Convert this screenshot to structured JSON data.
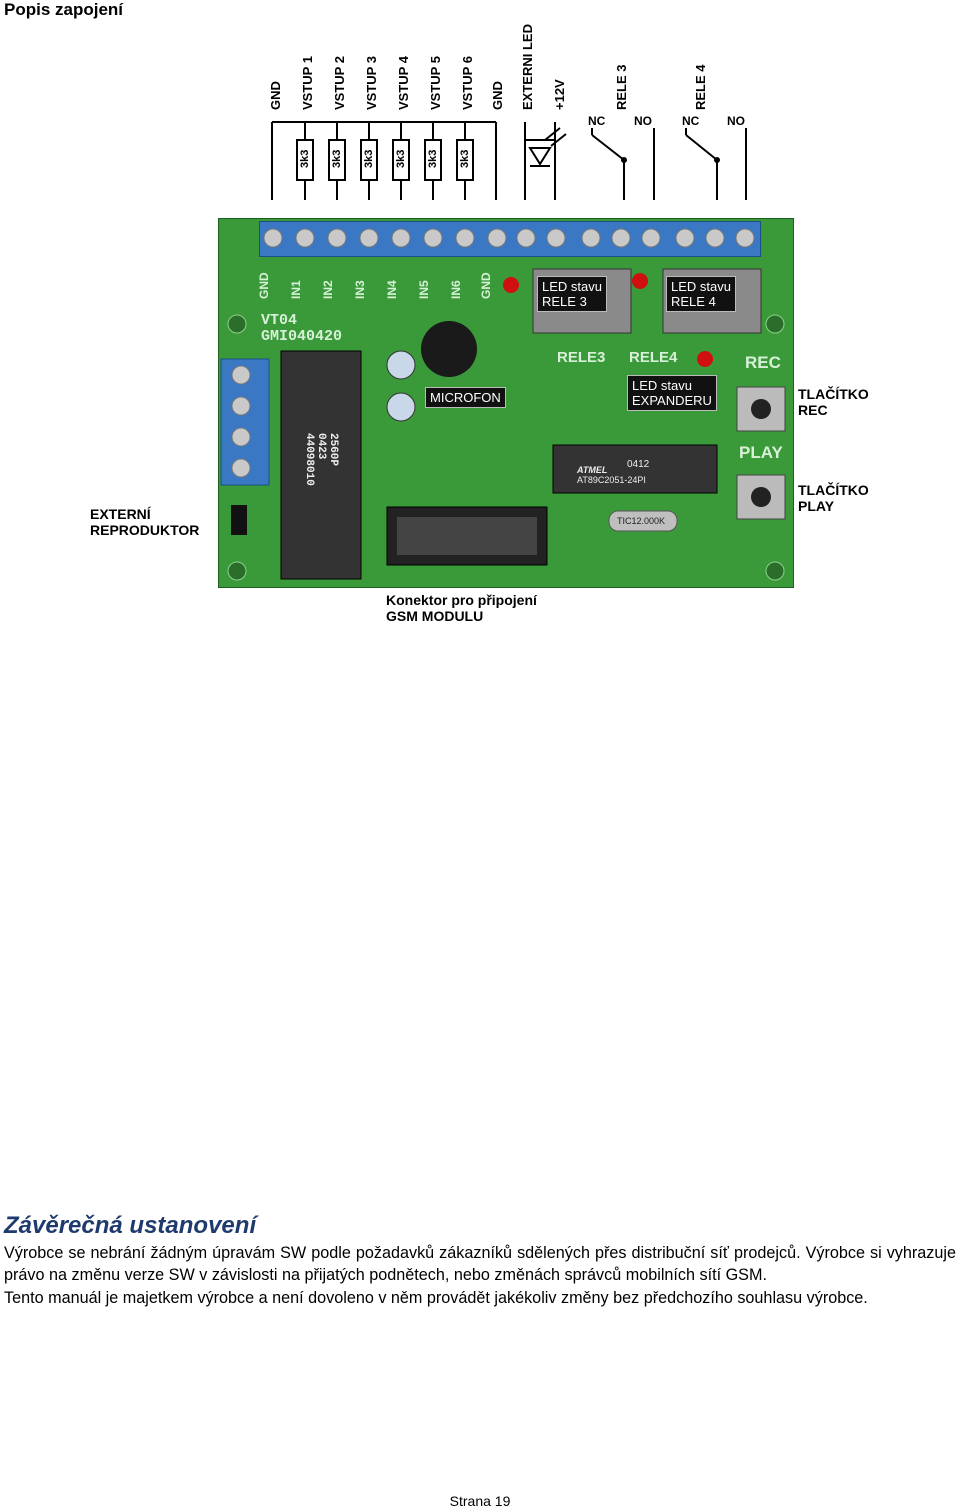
{
  "section_title": "Popis zapojení",
  "wiring_labels": [
    "GND",
    "VSTUP 1",
    "VSTUP 2",
    "VSTUP 3",
    "VSTUP 4",
    "VSTUP 5",
    "VSTUP 6",
    "GND",
    "EXTERNI LED",
    "+12V",
    "RELE 3",
    "RELE 4"
  ],
  "contact_labels": [
    "NC",
    "NO",
    "NC",
    "NO"
  ],
  "resistor_value": "3k3",
  "terminal_labels": [
    "GND",
    "IN1",
    "IN2",
    "IN3",
    "IN4",
    "IN5",
    "IN6",
    "GND"
  ],
  "board_boxes": {
    "led_rele3": "LED stavu\nRELE 3",
    "led_rele4": "LED stavu\nRELE 4",
    "microfon": "MICROFON",
    "led_expander": "LED stavu\nEXPANDERU"
  },
  "silkscreen": {
    "board_id": "VT04\nGMI040420",
    "rele3": "RELE3",
    "rele4": "RELE4",
    "rec": "REC",
    "play": "PLAY",
    "chip_left": "2560P\n0423\n44098010",
    "chip_right_code": "0412",
    "chip_right_brand": "ATMEL",
    "chip_right_part": "AT89C2051-24PI",
    "crystal": "TIC12.000K"
  },
  "callouts": {
    "btn_rec": "TLAČÍTKO\nREC",
    "btn_play": "TLAČÍTKO\nPLAY",
    "speaker": "EXTERNÍ\nREPRODUKTOR",
    "gsm": "Konektor pro připojení\nGSM MODULU"
  },
  "closing": {
    "heading": "Závěrečná ustanovení",
    "p1": "Výrobce se nebrání žádným úpravám SW podle požadavků zákazníků sdělených přes distribuční síť prodejců. Výrobce si vyhrazuje právo na změnu verze SW v závislosti na přijatých podnětech, nebo změnách správců mobilních sítí GSM.",
    "p2": "Tento manuál je majetkem výrobce a není dovoleno v něm provádět jakékoliv změny bez předchozího souhlasu výrobce."
  },
  "page_number": "Strana 19"
}
